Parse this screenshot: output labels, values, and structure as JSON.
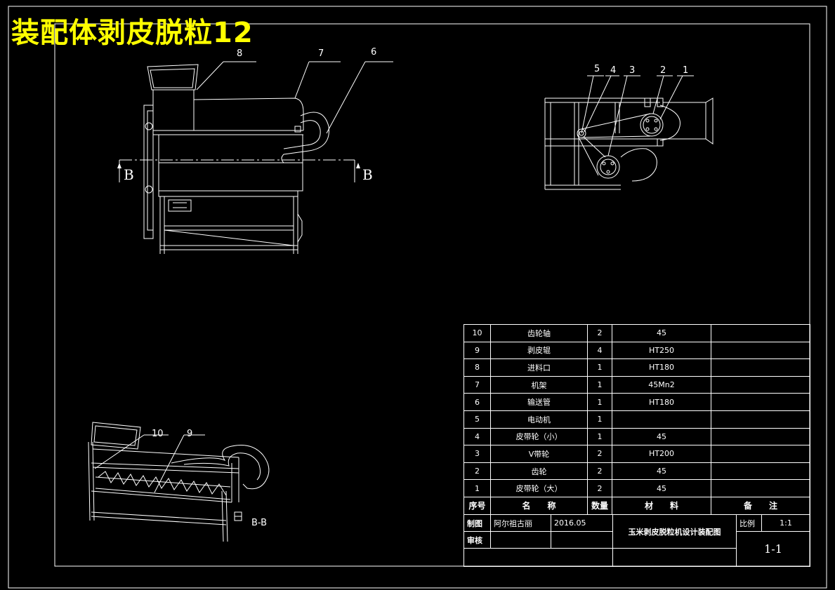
{
  "drawing_title": "装配体剥皮脱粒12",
  "front_view": {
    "balloons": [
      "8",
      "7",
      "6"
    ],
    "section_marks": [
      "B",
      "B"
    ]
  },
  "side_view": {
    "balloons": [
      "5",
      "4",
      "3",
      "2",
      "1"
    ]
  },
  "section_view": {
    "balloons": [
      "10",
      "9"
    ],
    "section_label": "B-B"
  },
  "bom": {
    "rows": [
      {
        "no": "10",
        "name": "齿轮轴",
        "qty": "2",
        "material": "45",
        "note": ""
      },
      {
        "no": "9",
        "name": "剥皮辊",
        "qty": "4",
        "material": "HT250",
        "note": ""
      },
      {
        "no": "8",
        "name": "进料口",
        "qty": "1",
        "material": "HT180",
        "note": ""
      },
      {
        "no": "7",
        "name": "机架",
        "qty": "1",
        "material": "45Mn2",
        "note": ""
      },
      {
        "no": "6",
        "name": "输送管",
        "qty": "1",
        "material": "HT180",
        "note": ""
      },
      {
        "no": "5",
        "name": "电动机",
        "qty": "1",
        "material": "",
        "note": ""
      },
      {
        "no": "4",
        "name": "皮带轮（小）",
        "qty": "1",
        "material": "45",
        "note": ""
      },
      {
        "no": "3",
        "name": "V带轮",
        "qty": "2",
        "material": "HT200",
        "note": ""
      },
      {
        "no": "2",
        "name": "齿轮",
        "qty": "2",
        "material": "45",
        "note": ""
      },
      {
        "no": "1",
        "name": "皮带轮（大）",
        "qty": "2",
        "material": "45",
        "note": ""
      }
    ],
    "header": {
      "no": "序号",
      "name": "名　　称",
      "qty": "数量",
      "material": "材　　料",
      "note": "备　　注"
    }
  },
  "title_block": {
    "drawn_label": "制图",
    "drawn_by": "阿尔祖古丽",
    "date": "2016.05",
    "check_label": "审核",
    "drawing_name": "玉米剥皮脱粒机设计装配图",
    "scale_label": "比例",
    "scale_value": "1:1",
    "sheet_no": "1-1"
  },
  "colors": {
    "background": "#000000",
    "lines": "#ffffff",
    "title": "#ffff00"
  }
}
